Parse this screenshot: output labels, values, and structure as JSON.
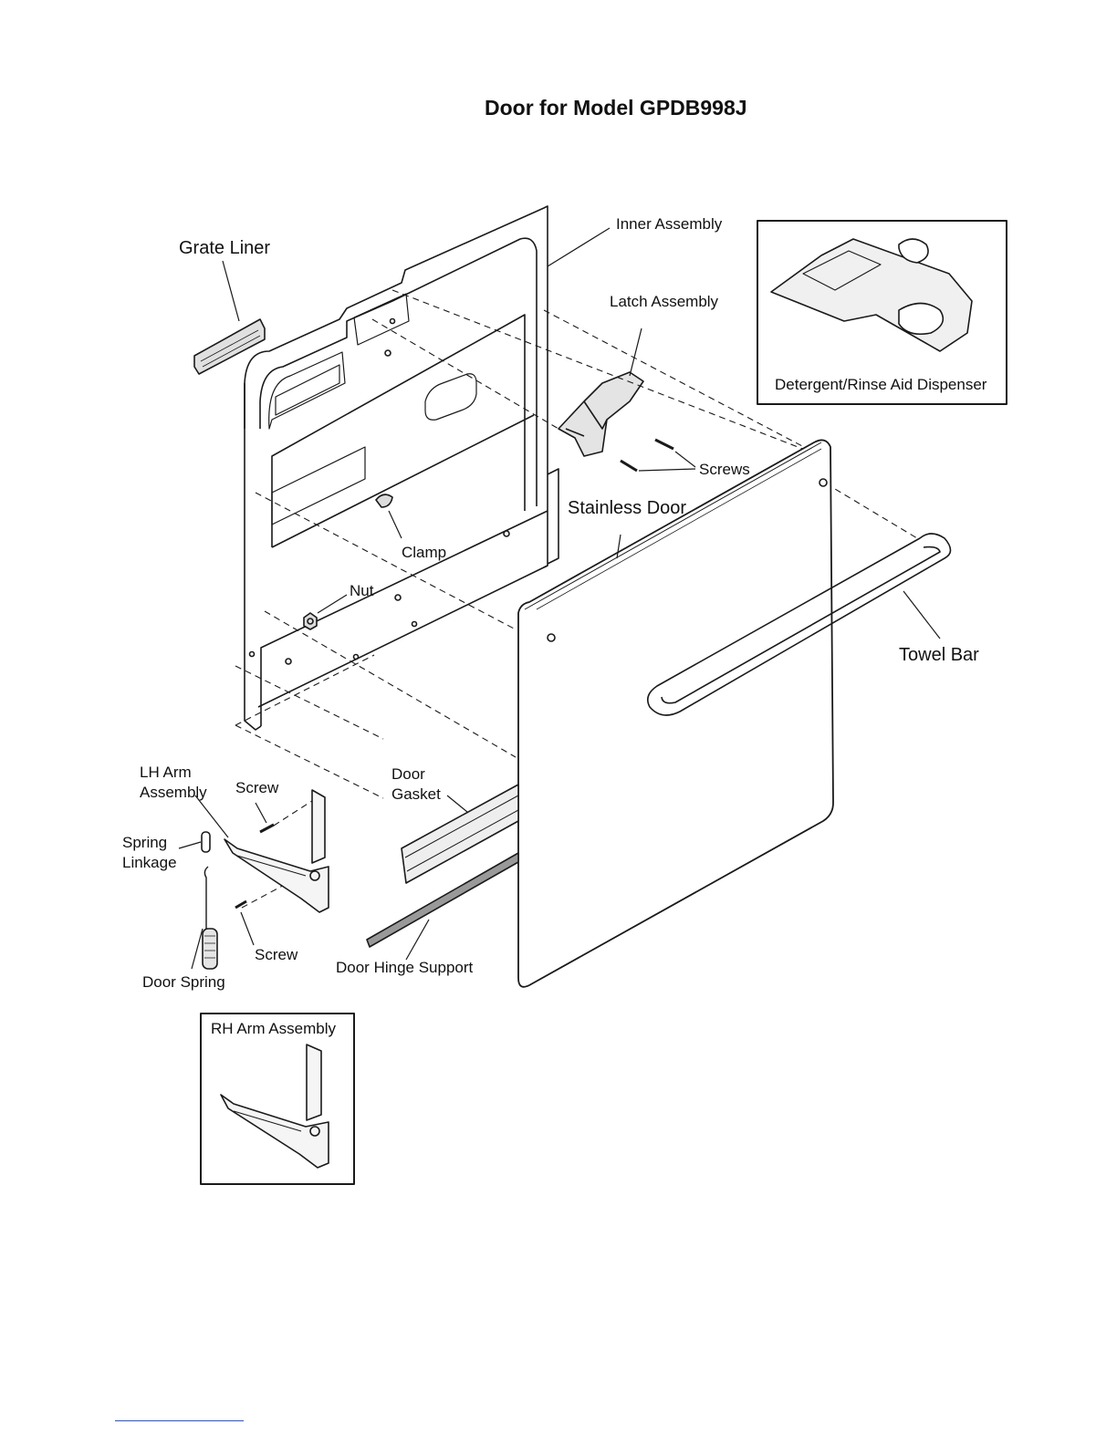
{
  "title": "Door for Model GPDB998J",
  "labels": {
    "grate_liner": "Grate Liner",
    "inner_assembly": "Inner Assembly",
    "latch_assembly": "Latch Assembly",
    "dispenser": "Detergent/Rinse Aid Dispenser",
    "screws": "Screws",
    "stainless_door": "Stainless Door",
    "clamp": "Clamp",
    "nut": "Nut",
    "towel_bar": "Towel Bar",
    "lh_arm_assembly_1": "LH Arm",
    "lh_arm_assembly_2": "Assembly",
    "screw_upper": "Screw",
    "door_gasket_1": "Door",
    "door_gasket_2": "Gasket",
    "spring_linkage_1": "Spring",
    "spring_linkage_2": "Linkage",
    "screw_lower": "Screw",
    "door_hinge_support": "Door Hinge Support",
    "door_spring": "Door Spring",
    "rh_arm_assembly": "RH Arm Assembly"
  },
  "colors": {
    "line": "#1a1a1a",
    "door_fill": "#ffffff",
    "part_fill": "#e8e8e8"
  }
}
